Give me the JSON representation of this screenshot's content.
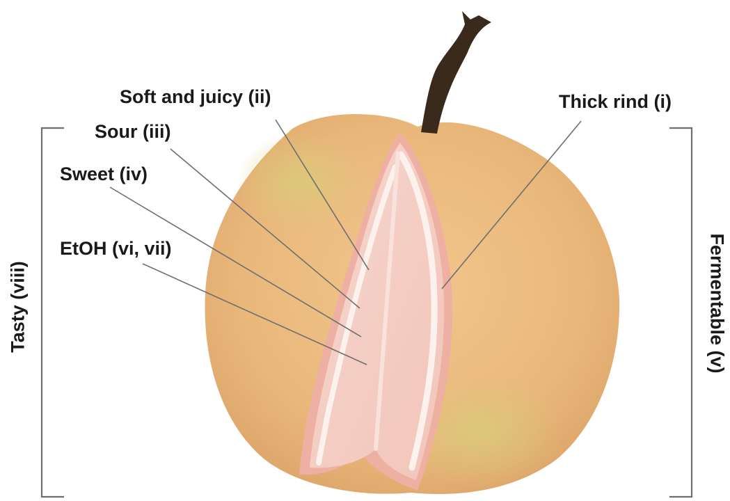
{
  "labels": {
    "soft_and_juicy": "Soft and juicy (ii)",
    "thick_rind": "Thick rind (i)",
    "sour": "Sour (iii)",
    "sweet": "Sweet (iv)",
    "etoh": "EtOH (vi, vii)",
    "tasty": "Tasty (viii)",
    "fermentable": "Fermentable (v)"
  },
  "colors": {
    "pear_skin": "#e9b77a",
    "pear_green": "#d9c878",
    "flesh_pink": "#f6d3cb",
    "flesh_highlight": "#fdf1ee",
    "stem": "#3a2a1c",
    "leader_line": "#6e6e6e",
    "bracket": "#6e6e6e",
    "text": "#1a1a1a"
  }
}
